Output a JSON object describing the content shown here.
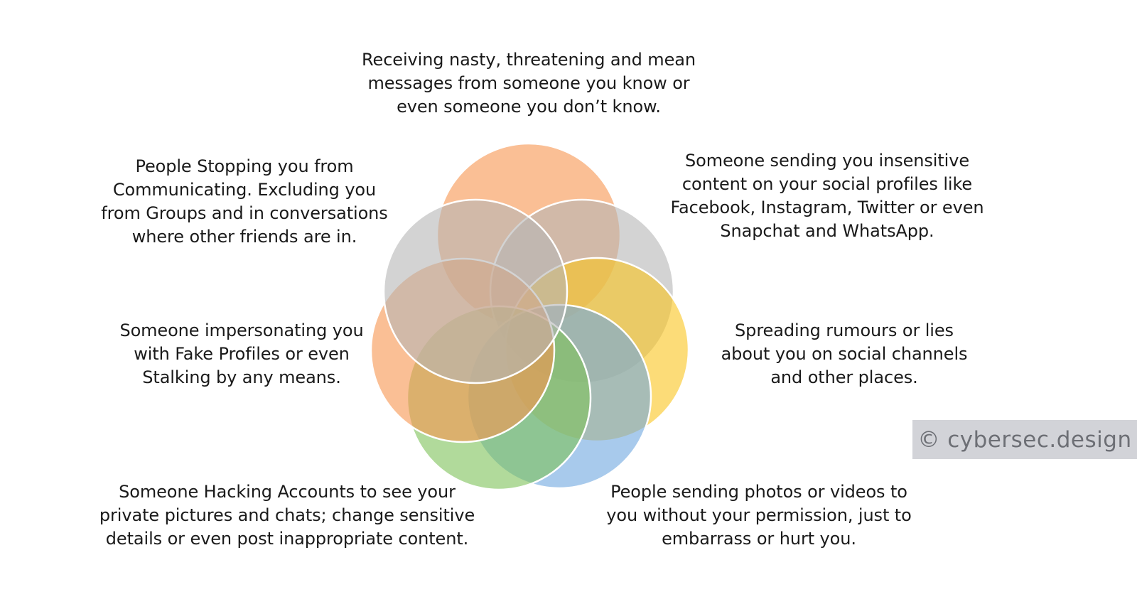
{
  "diagram": {
    "captions": {
      "top": [
        "Receiving nasty, threatening and mean",
        "messages from someone you know or",
        "even someone you don’t know."
      ],
      "upper_left": [
        "People Stopping you from",
        "Communicating. Excluding you",
        "from Groups and in conversations",
        "where other friends are in."
      ],
      "upper_right": [
        "Someone sending you insensitive",
        "content on your social profiles like",
        "Facebook, Instagram, Twitter or even",
        "Snapchat and WhatsApp."
      ],
      "mid_left": [
        "Someone impersonating you",
        "with Fake Profiles or even",
        "Stalking by any means."
      ],
      "mid_right": [
        "Spreading rumours or lies",
        "about you on social channels",
        "and other places."
      ],
      "lower_left": [
        "Someone Hacking Accounts to see your",
        "private pictures and chats; change sensitive",
        "details or even post inappropriate content."
      ],
      "lower_right": [
        "People sending photos or videos to",
        "you without your permission, just to",
        "embarrass or hurt you."
      ]
    },
    "circle_colors": {
      "orange": "#f7944f",
      "gray": "#b5b5b5",
      "yellow": "#fac51e",
      "blue": "#6ea6e0",
      "green": "#7dc259"
    },
    "circles": [
      {
        "id": "orange-top",
        "color": "orange"
      },
      {
        "id": "gray-right",
        "color": "gray"
      },
      {
        "id": "yellow-right",
        "color": "yellow"
      },
      {
        "id": "blue-bottom-right",
        "color": "blue"
      },
      {
        "id": "green-bottom",
        "color": "green"
      },
      {
        "id": "orange-left",
        "color": "orange"
      },
      {
        "id": "gray-left",
        "color": "gray"
      }
    ]
  },
  "watermark": {
    "text": "© cybersec.design"
  }
}
